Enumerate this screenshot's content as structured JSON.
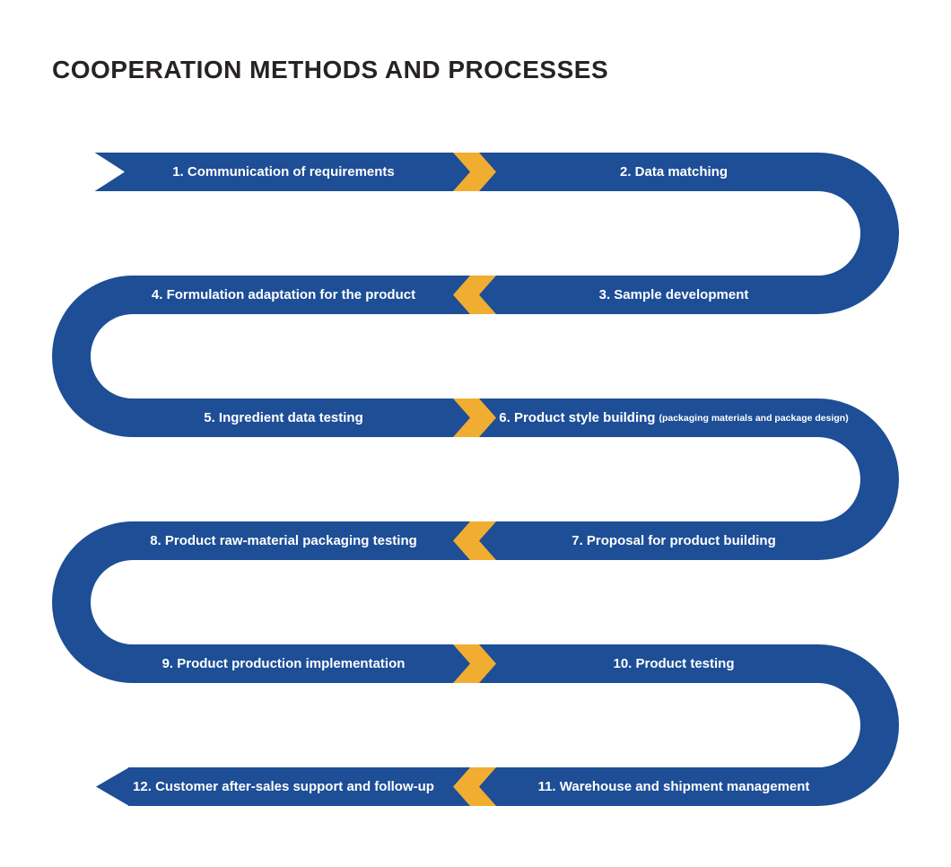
{
  "title": "COOPERATION METHODS AND PROCESSES",
  "colors": {
    "ribbon_blue": "#1D4E96",
    "chevron_yellow": "#F0AD31",
    "title_dark": "#272324",
    "label_white": "#FFFFFF",
    "background": "#FFFFFF"
  },
  "steps": [
    {
      "label": "1. Communication of requirements"
    },
    {
      "label": "2. Data matching"
    },
    {
      "label": "3. Sample development"
    },
    {
      "label": "4. Formulation adaptation for the product"
    },
    {
      "label": "5. Ingredient data testing"
    },
    {
      "label": "6. Product style building",
      "note": "(packaging materials and package design)"
    },
    {
      "label": "7. Proposal for product building"
    },
    {
      "label": "8. Product raw-material packaging testing"
    },
    {
      "label": "9. Product production implementation"
    },
    {
      "label": "10. Product testing"
    },
    {
      "label": "11. Warehouse and shipment management"
    },
    {
      "label": "12. Customer after-sales support and follow-up"
    }
  ],
  "flow": {
    "rows": [
      {
        "direction": "right",
        "chevron": "chevron-right"
      },
      {
        "direction": "left",
        "chevron": "chevron-left"
      },
      {
        "direction": "right",
        "chevron": "chevron-right"
      },
      {
        "direction": "left",
        "chevron": "chevron-left"
      },
      {
        "direction": "right",
        "chevron": "chevron-right"
      },
      {
        "direction": "left",
        "chevron": "chevron-left"
      }
    ]
  }
}
